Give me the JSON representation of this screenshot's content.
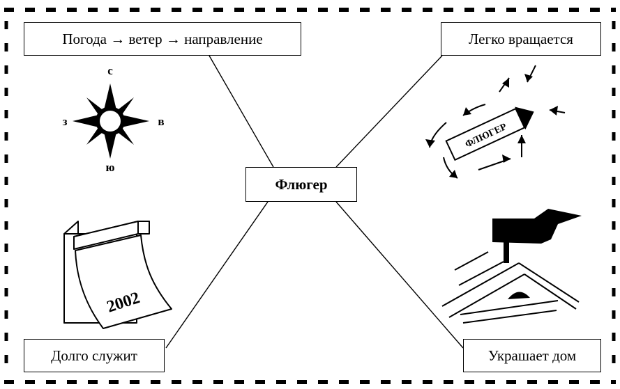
{
  "center": {
    "label": "Флюгер"
  },
  "nodes": {
    "weather": "Погода → ветер → направление",
    "rotates": "Легко вращается",
    "lasts": "Долго служит",
    "decorates": "Украшает дом"
  },
  "compass": {
    "north": "с",
    "south": "ю",
    "west": "з",
    "east": "в"
  },
  "vane_label": "ФЛЮГЕР",
  "calendar_year": "2002"
}
